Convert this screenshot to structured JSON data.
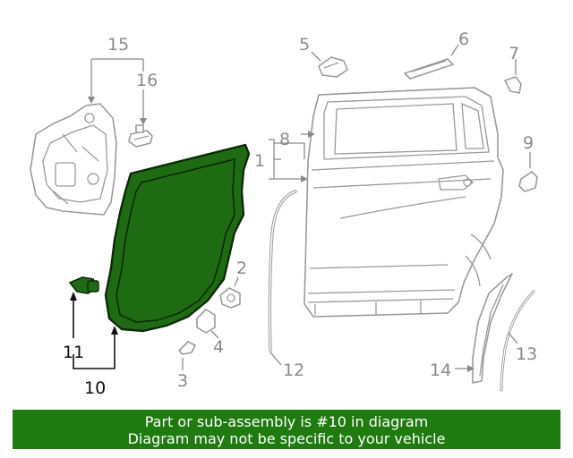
{
  "callouts": {
    "c1": "1",
    "c2": "2",
    "c3": "3",
    "c4": "4",
    "c5": "5",
    "c6": "6",
    "c7": "7",
    "c8": "8",
    "c9": "9",
    "c10": "10",
    "c11": "11",
    "c12": "12",
    "c13": "13",
    "c14": "14",
    "c15": "15",
    "c16": "16"
  },
  "highlighted_part": "10",
  "colors": {
    "highlight_fill": "#1f6b14",
    "banner_background": "#1f7a10",
    "line_gray": "#9a9a9a",
    "label_gray": "#8a8a8a"
  },
  "banner": {
    "line1": "Part or sub-assembly is #10 in diagram",
    "line2": "Diagram may not be specific to your vehicle"
  }
}
